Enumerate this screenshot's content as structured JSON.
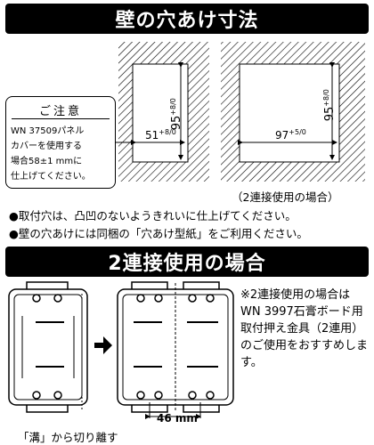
{
  "sections": {
    "wall_hole_title": "壁の穴あけ寸法",
    "dual_title": "2連接使用の場合"
  },
  "diagram_single": {
    "height_dim": "95",
    "height_tol_upper": "+8",
    "height_tol_lower": "0",
    "width_dim": "51",
    "width_tol_upper": "+8",
    "width_tol_lower": "0"
  },
  "diagram_double": {
    "height_dim": "95",
    "height_tol_upper": "+8",
    "height_tol_lower": "0",
    "width_dim": "97",
    "width_tol_upper": "+5",
    "width_tol_lower": "0",
    "caption": "（2連接使用の場合）"
  },
  "note": {
    "title": "ご注意",
    "lines": [
      "WN 37509パネル",
      "カバーを使用する",
      "場合58±1 mmに",
      "仕上げてください。"
    ]
  },
  "bullets": [
    "●取付穴は、凸凹のないようきれいに仕上げてください。",
    "●壁の穴あけには同梱の「穴あけ型紙」をご利用ください。"
  ],
  "dual": {
    "side_note": "※2連接使用の場合はWN 3997石膏ボード用取付押え金具（2連用）のご使用をおすすめします。",
    "gap_label": "46 mm",
    "bottom_caption": "「溝」から切り離す"
  }
}
